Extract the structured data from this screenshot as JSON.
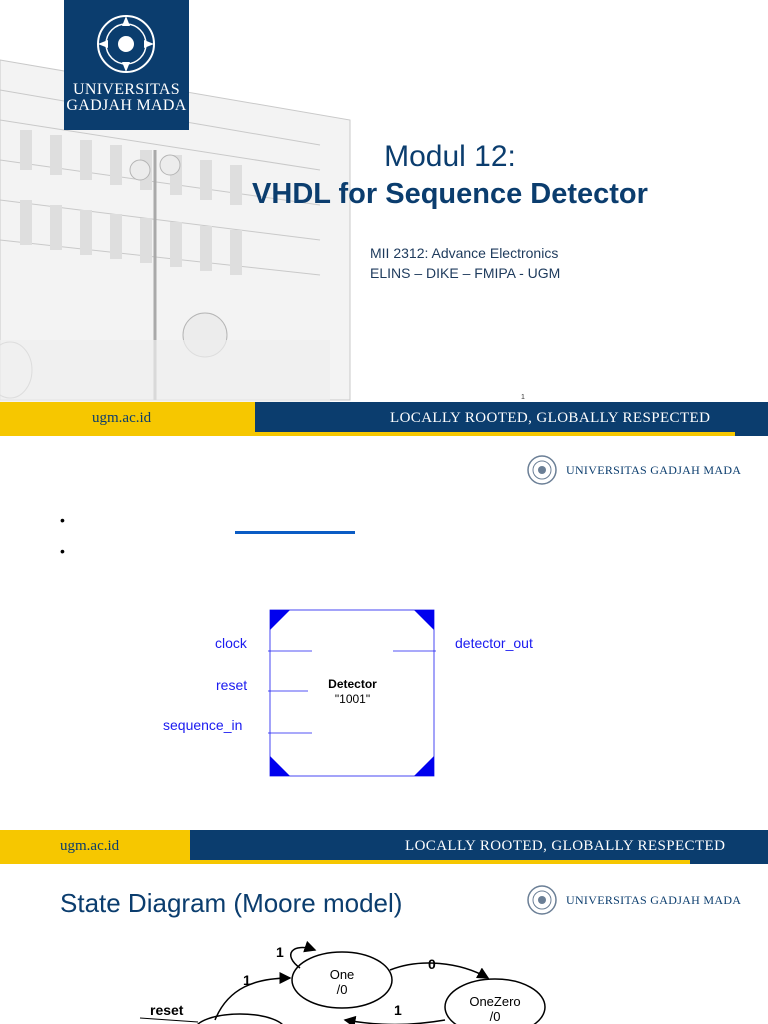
{
  "slide1": {
    "logo_line1": "UNIVERSITAS",
    "logo_line2": "GADJAH MADA",
    "title_line1": "Modul 12:",
    "title_line2": "VHDL for Sequence Detector",
    "course": "MII 2312: Advance Electronics",
    "department": "ELINS – DIKE – FMIPA - UGM",
    "page_number": "1"
  },
  "footer": {
    "url": "ugm.ac.id",
    "tagline": "LOCALLY ROOTED, GLOBALLY RESPECTED"
  },
  "slide2": {
    "brand": "UNIVERSITAS GADJAH MADA",
    "block": {
      "name": "Detector",
      "code": "\"1001\"",
      "inputs": [
        "clock",
        "reset",
        "sequence_in"
      ],
      "output": "detector_out"
    }
  },
  "slide3": {
    "title": "State Diagram (Moore model)",
    "brand": "UNIVERSITAS GADJAH MADA",
    "states": [
      {
        "name": "One",
        "output": "/0"
      },
      {
        "name": "OneZero",
        "output": "/0"
      }
    ],
    "edge_labels": [
      "1",
      "1",
      "0",
      "1"
    ],
    "reset_label": "reset"
  },
  "colors": {
    "ugm_navy": "#0b3d6e",
    "ugm_yellow": "#f6c700",
    "signal_blue": "#1a1af0",
    "corner_blue": "#0000ee"
  }
}
